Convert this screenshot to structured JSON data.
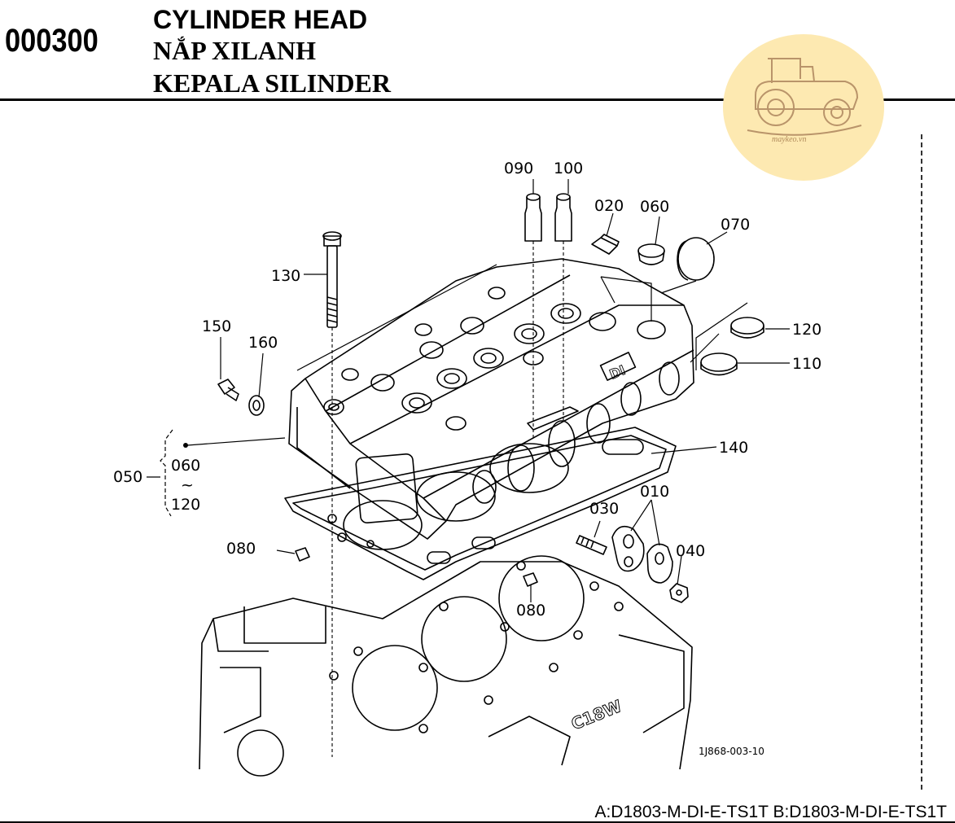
{
  "header": {
    "code": "000300",
    "title_en": "CYLINDER HEAD",
    "title_vi": "NẮP XILANH",
    "title_id": "KEPALA SILINDER"
  },
  "logo": {
    "icon": "tractor-icon",
    "text": "maykeo.vn",
    "color": "#fde9b1"
  },
  "callouts": {
    "p090": "090",
    "p100": "100",
    "p020": "020",
    "p060": "060",
    "p070": "070",
    "p130": "130",
    "p150": "150",
    "p160": "160",
    "p120": "120",
    "p110": "110",
    "p140": "140",
    "p050": "050",
    "g060": "060",
    "gtilde": "~",
    "g120": "120",
    "p030": "030",
    "p010": "010",
    "p040": "040",
    "p080a": "080",
    "p080b": "080"
  },
  "block_marks": {
    "head_mark": "DI",
    "block_mark": "C18W"
  },
  "figure_ref": "1J868-003-10",
  "footer": "A:D1803-M-DI-E-TS1T B:D1803-M-DI-E-TS1T"
}
